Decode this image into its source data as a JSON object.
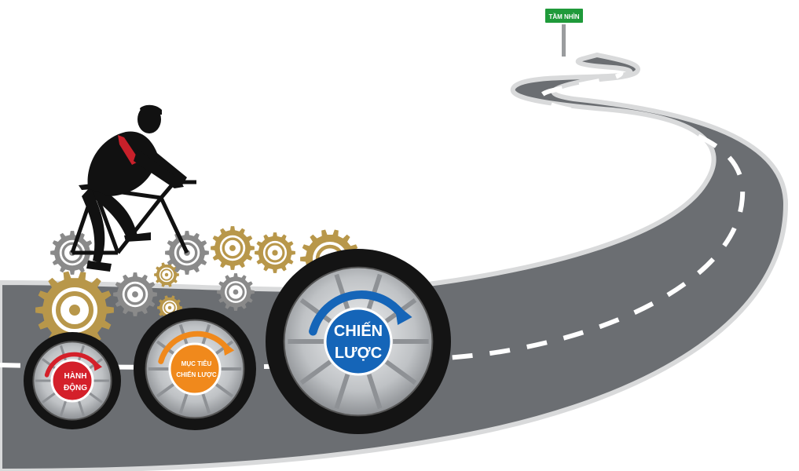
{
  "sign": {
    "text": "TẦM NHÌN",
    "color": "#1f9a3a",
    "frame": "#ffffff"
  },
  "wheels": [
    {
      "id": "small",
      "label_lines": [
        "HÀNH",
        "ĐỘNG"
      ],
      "badge_color": "#d4202a",
      "arrow_color": "#d4202a",
      "icon": "red-curved-arrow-icon"
    },
    {
      "id": "medium",
      "label_lines": [
        "MỤC TIÊU",
        "CHIẾN LƯỢC"
      ],
      "badge_color": "#f0891c",
      "arrow_color": "#f0891c",
      "icon": "orange-curved-arrow-icon"
    },
    {
      "id": "large",
      "label_lines": [
        "CHIẾN",
        "LƯỢC"
      ],
      "badge_color": "#1565b8",
      "arrow_color": "#1565b8",
      "icon": "blue-curved-arrow-icon"
    }
  ],
  "colors": {
    "road": "#6b6e72",
    "road_edge": "#d9dadb",
    "lane_mark": "#ffffff",
    "gear_gold": "#b8974a",
    "gear_gray": "#8a8a8a",
    "tire": "#141414",
    "rim": "#c9cccf",
    "suit": "#111111",
    "tie": "#c8202a"
  },
  "icons": [
    "road-icon",
    "gear-icon",
    "cyclist-icon",
    "signpost-icon",
    "wheel-icon"
  ]
}
